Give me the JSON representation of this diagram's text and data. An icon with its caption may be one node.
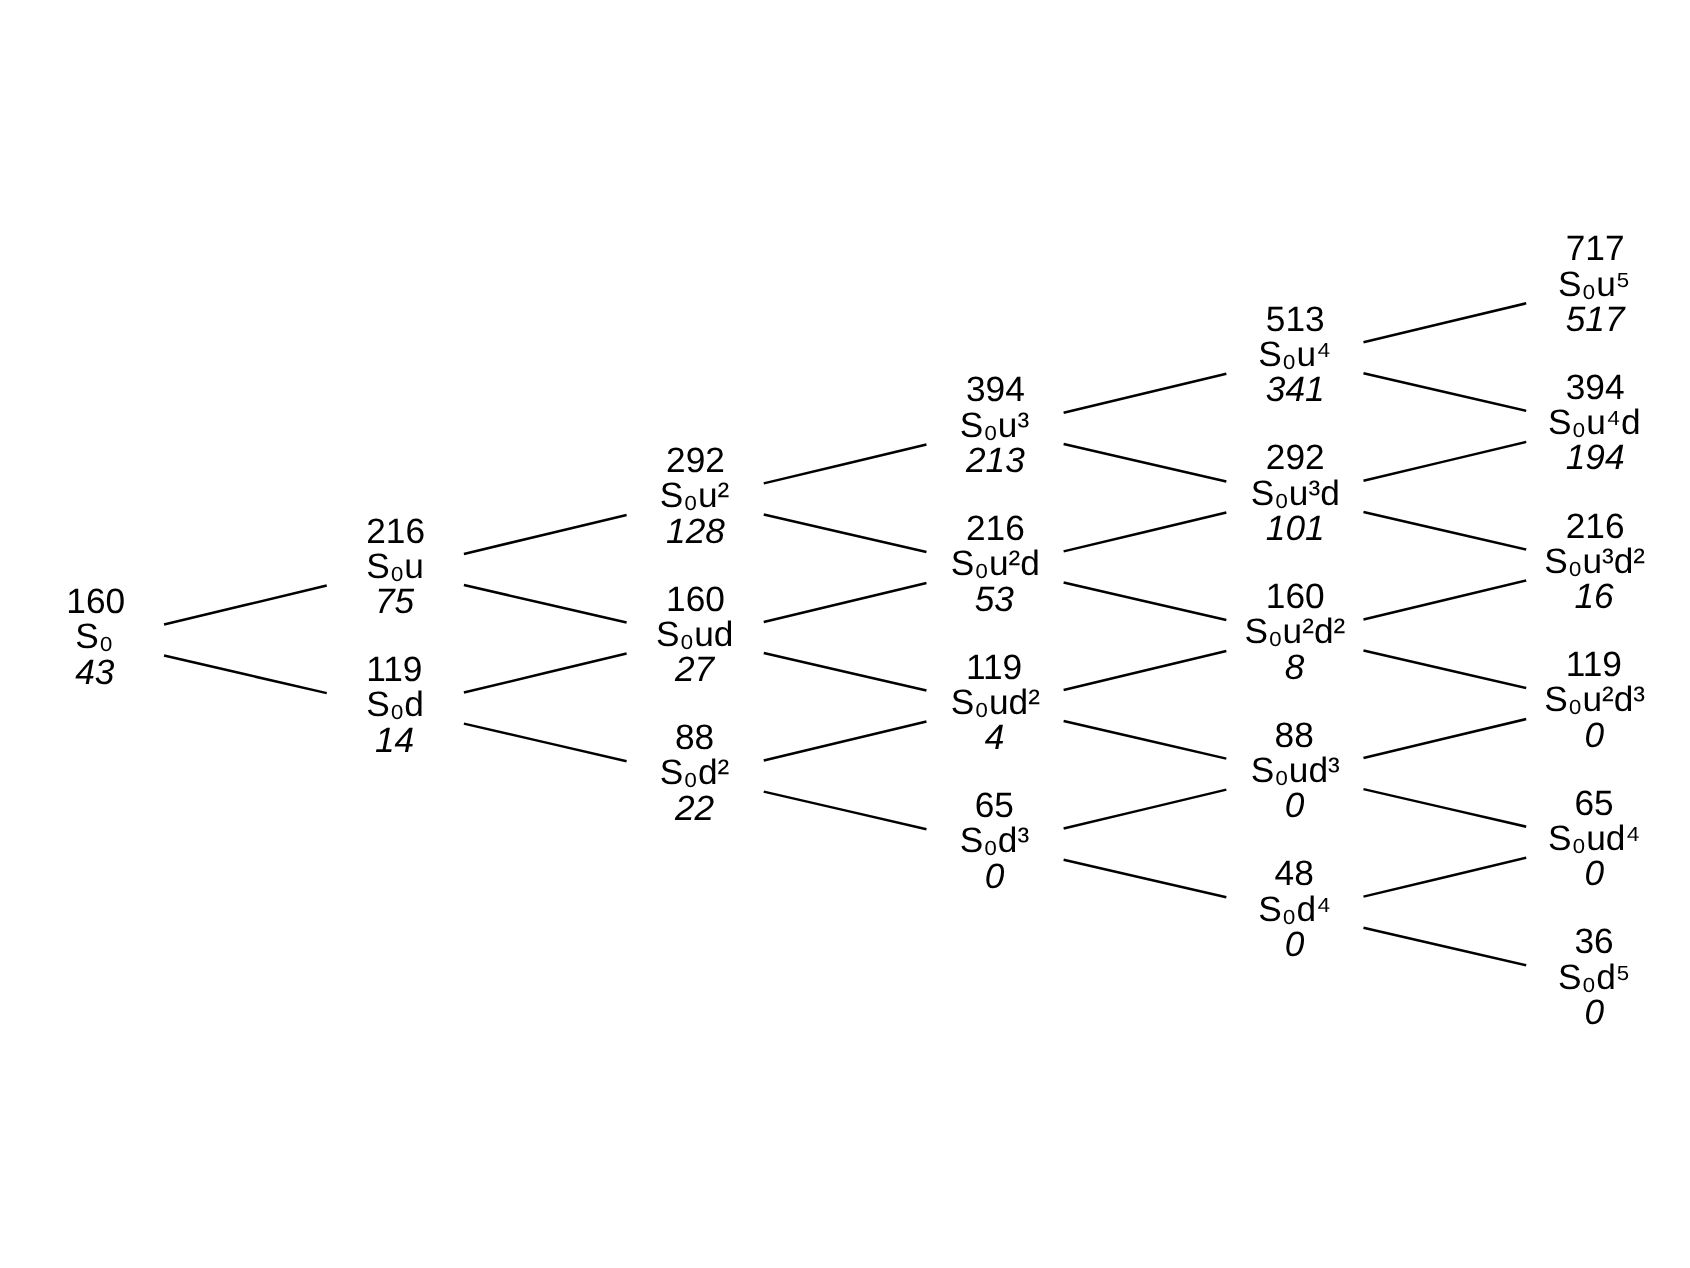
{
  "diagram": {
    "nodes": [
      {
        "text": [
          "160",
          "S₀",
          "43"
        ]
      },
      {
        "text": [
          "216",
          "S₀u",
          "75"
        ]
      },
      {
        "text": [
          "119",
          "S₀d",
          "14"
        ]
      },
      {
        "text": [
          "292",
          "S₀u²",
          "128"
        ]
      },
      {
        "text": [
          "160",
          "S₀ud",
          "27"
        ]
      },
      {
        "text": [
          "88",
          "S₀d²",
          "22"
        ]
      },
      {
        "text": [
          "394",
          "S₀u³",
          "213"
        ]
      },
      {
        "text": [
          "216",
          "S₀u²d",
          "53"
        ]
      },
      {
        "text": [
          "119",
          "S₀ud²",
          "4"
        ]
      },
      {
        "text": [
          "65",
          "S₀d³",
          "0"
        ]
      },
      {
        "text": [
          "513",
          "S₀u⁴",
          "341"
        ]
      },
      {
        "text": [
          "292",
          "S₀u³d",
          "101"
        ]
      },
      {
        "text": [
          "160",
          "S₀u²d²",
          "8"
        ]
      },
      {
        "text": [
          "88",
          "S₀ud³",
          "0"
        ]
      },
      {
        "text": [
          "48",
          "S₀d⁴",
          "0"
        ]
      },
      {
        "text": [
          "717",
          "S₀u⁵",
          "517"
        ]
      },
      {
        "text": [
          "394",
          "S₀u⁴d",
          "194"
        ]
      },
      {
        "text": [
          "216",
          "S₀u³d²",
          "16"
        ]
      },
      {
        "text": [
          "119",
          "S₀u²d³",
          "0"
        ]
      },
      {
        "text": [
          "65",
          "S₀ud⁴",
          "0"
        ]
      },
      {
        "text": [
          "36",
          "S₀d⁵",
          "0"
        ]
      }
    ],
    "edges": [
      {
        "from": 0,
        "to": 1,
        "arrow": "none"
      },
      {
        "from": 0,
        "to": 2,
        "arrow": "none"
      },
      {
        "from": 1,
        "to": 3,
        "arrow": "none"
      },
      {
        "from": 1,
        "to": 4,
        "arrow": "none"
      },
      {
        "from": 2,
        "to": 4,
        "arrow": "none"
      },
      {
        "from": 2,
        "to": 5,
        "arrow": "none"
      },
      {
        "from": 3,
        "to": 6,
        "arrow": "none"
      },
      {
        "from": 3,
        "to": 7,
        "arrow": "none"
      },
      {
        "from": 4,
        "to": 7,
        "arrow": "none"
      },
      {
        "from": 4,
        "to": 8,
        "arrow": "none"
      },
      {
        "from": 5,
        "to": 8,
        "arrow": "none"
      },
      {
        "from": 5,
        "to": 9,
        "arrow": "none"
      },
      {
        "from": 6,
        "to": 10,
        "arrow": "none"
      },
      {
        "from": 6,
        "to": 11,
        "arrow": "none"
      },
      {
        "from": 7,
        "to": 11,
        "arrow": "none"
      },
      {
        "from": 7,
        "to": 12,
        "arrow": "none"
      },
      {
        "from": 8,
        "to": 12,
        "arrow": "none"
      },
      {
        "from": 8,
        "to": 13,
        "arrow": "none"
      },
      {
        "from": 9,
        "to": 13,
        "arrow": "none"
      },
      {
        "from": 9,
        "to": 14,
        "arrow": "none"
      },
      {
        "from": 10,
        "to": 15,
        "arrow": "none"
      },
      {
        "from": 10,
        "to": 16,
        "arrow": "none"
      },
      {
        "from": 11,
        "to": 16,
        "arrow": "none"
      },
      {
        "from": 11,
        "to": 17,
        "arrow": "none"
      },
      {
        "from": 12,
        "to": 17,
        "arrow": "none"
      },
      {
        "from": 12,
        "to": 18,
        "arrow": "none"
      },
      {
        "from": 13,
        "to": 18,
        "arrow": "none"
      },
      {
        "from": 13,
        "to": 19,
        "arrow": "none"
      },
      {
        "from": 14,
        "to": 19,
        "arrow": "none"
      },
      {
        "from": 14,
        "to": 20,
        "arrow": "none"
      }
    ]
  }
}
